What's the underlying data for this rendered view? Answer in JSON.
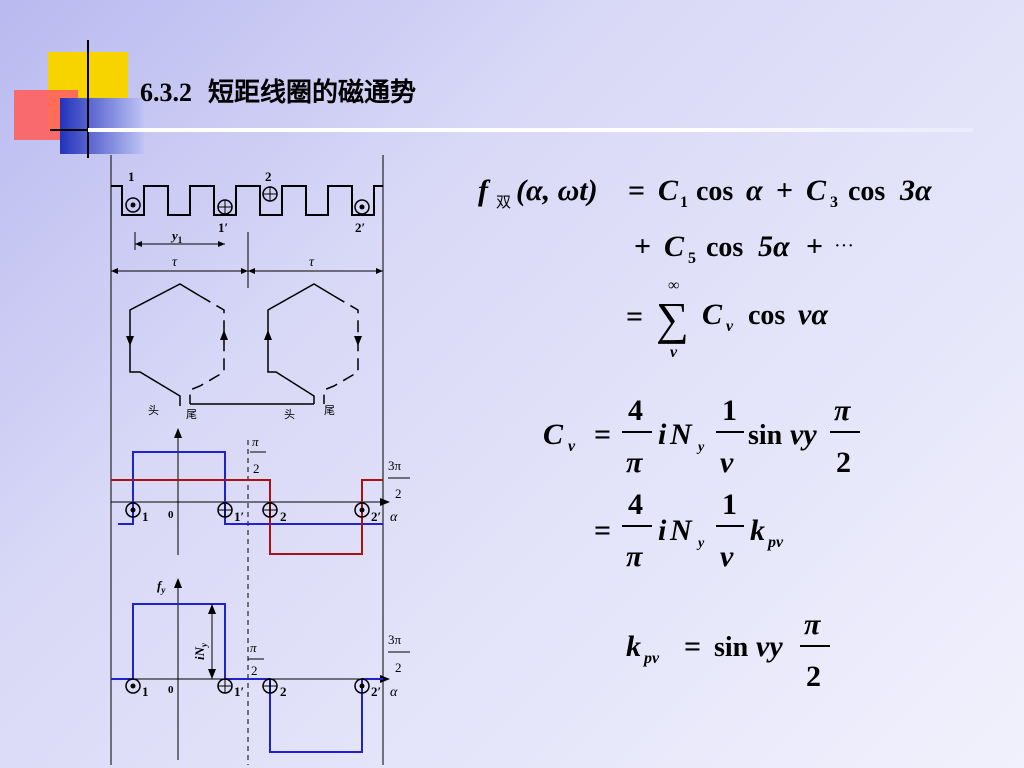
{
  "title": {
    "number": "6.3.2",
    "text": "短距线圈的磁通势"
  },
  "colors": {
    "coil1": "#2222cc",
    "coil2": "#aa1111",
    "line": "#000000"
  },
  "diagram": {
    "slot_labels": {
      "s1": "1",
      "s2": "2",
      "s1p": "1′",
      "s2p": "2′"
    },
    "pitch_label": "y",
    "pitch_sub": "1",
    "tau": "τ",
    "head": "头",
    "tail": "尾",
    "pi": "π",
    "two": "2",
    "three_pi": "3π",
    "zero": "0",
    "alpha": "α",
    "f": "f",
    "f_sub": "y",
    "iN": "iN",
    "iN_sub": "y"
  },
  "equations": {
    "f": "f",
    "shuang": "双",
    "args": "(α, ωt)",
    "eq": "=",
    "C": "C",
    "c1": "1",
    "c3": "3",
    "c5": "5",
    "cos": "cos",
    "alpha": "α",
    "three_alpha": "3α",
    "five_alpha": "5α",
    "plus": "+",
    "dots": "···",
    "infinity": "∞",
    "sigma": "∑",
    "nu": "ν",
    "nu_alpha": "να",
    "four": "4",
    "one": "1",
    "pi": "π",
    "two": "2",
    "i": "i",
    "N": "N",
    "y": "y",
    "sin": "sin",
    "nuy": "νy",
    "k": "k",
    "pnu": "pν"
  }
}
